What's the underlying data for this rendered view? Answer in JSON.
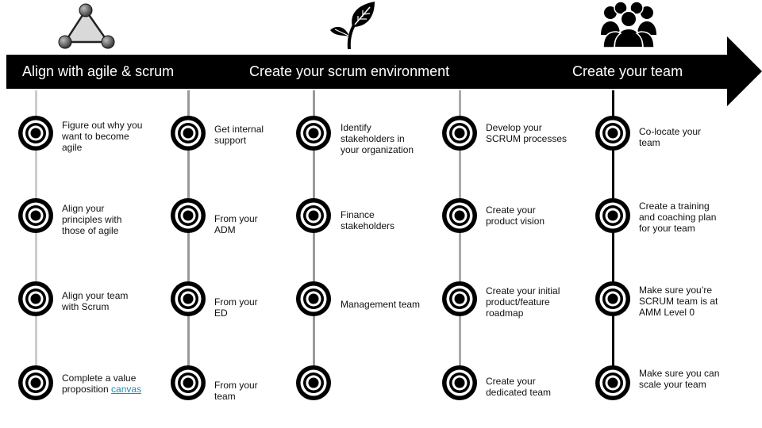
{
  "phases": [
    {
      "title": "Align with agile & scrum",
      "icon": "triangle-network-icon"
    },
    {
      "title": "Create your scrum environment",
      "icon": "leaf-sprout-icon"
    },
    {
      "title": "Create your team",
      "icon": "people-group-icon"
    }
  ],
  "columns": [
    {
      "line_color": "#cccccc",
      "steps": [
        {
          "text": "Figure out why you\nwant to become\nagile"
        },
        {
          "text": "Align your\nprinciples with\nthose of agile"
        },
        {
          "text": "Align your team\nwith Scrum"
        },
        {
          "text": "Complete a value\nproposition ",
          "link": "canvas"
        }
      ]
    },
    {
      "line_color": "#999999",
      "steps": [
        {
          "text": "Get internal\nsupport"
        },
        {
          "text": "From your\nADM"
        },
        {
          "text": "From your\nED"
        },
        {
          "text": "From your\nteam"
        }
      ]
    },
    {
      "line_color": "#999999",
      "steps": [
        {
          "text": "Identify\nstakeholders in\nyour organization"
        },
        {
          "text": "Finance\nstakeholders"
        },
        {
          "text": "Management team"
        },
        {
          "text": ""
        }
      ]
    },
    {
      "line_color": "#aaaaaa",
      "steps": [
        {
          "text": "Develop your\nSCRUM processes"
        },
        {
          "text": "Create your\nproduct vision"
        },
        {
          "text": "Create your initial\nproduct/feature\nroadmap"
        },
        {
          "text": "Create your\ndedicated team"
        }
      ]
    },
    {
      "line_color": "#000000",
      "steps": [
        {
          "text": "Co-locate your\nteam"
        },
        {
          "text": "Create a training\nand coaching plan\nfor your team"
        },
        {
          "text": "Make sure you’re\nSCRUM team is at\nAMM Level 0"
        },
        {
          "text": "Make sure you can\nscale your team"
        }
      ]
    }
  ],
  "colors": {
    "banner": "#000000",
    "target": "#000000",
    "link": "#1a8fb0"
  }
}
